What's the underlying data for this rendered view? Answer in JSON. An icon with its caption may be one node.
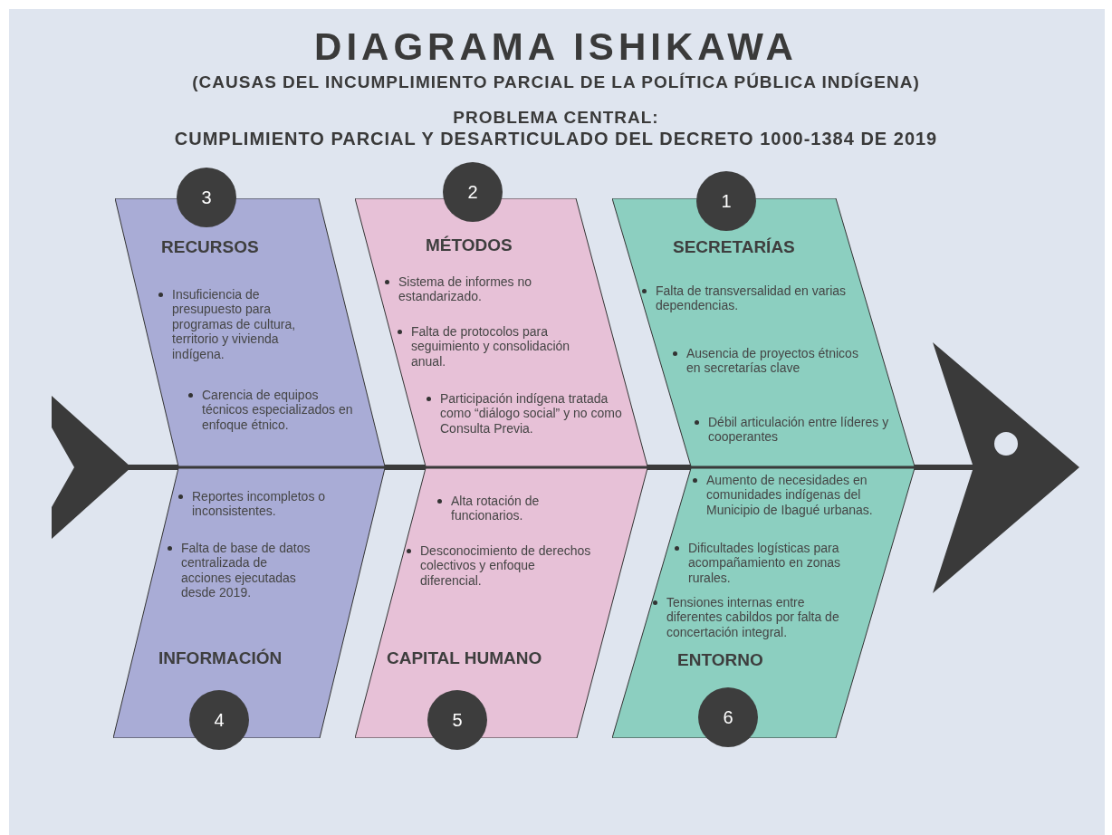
{
  "diagram": {
    "title": "DIAGRAMA ISHIKAWA",
    "nodes": [
      {
        "text": [
          "3"
        ]
      },
      {
        "text": [
          "2"
        ]
      },
      {
        "text": [
          "1"
        ]
      },
      {
        "text": [
          "RECURSOS",
          "Insuficiencia de presupuesto para programas de cultura, territorio y vivienda indígena.",
          "Carencia de equipos técnicos especializados en enfoque étnico."
        ]
      },
      {
        "text": [
          "MÉTODOS",
          "Sistema de informes no estandarizado.",
          "Falta de protocolos para seguimiento y consolidación anual.",
          "Participación indígena tratada como “diálogo social” y no como Consulta Previa."
        ]
      },
      {
        "text": [
          "SECRETARÍAS",
          "Falta de transversalidad en varias dependencias.",
          "Ausencia de proyectos étnicos en secretarías clave",
          "Débil articulación entre líderes y cooperantes"
        ]
      },
      {
        "text": [
          "Reportes incompletos o inconsistentes.",
          "Falta de base de datos centralizada de acciones ejecutadas desde 2019.",
          "INFORMACIÓN"
        ]
      },
      {
        "text": [
          "Alta rotación de funcionarios.",
          "Desconocimiento de derechos colectivos y enfoque diferencial.",
          "CAPITAL HUMANO"
        ]
      },
      {
        "text": [
          "Aumento de necesidades en comunidades indígenas del Municipio de Ibagué urbanas.",
          "Dificultades logísticas para acompañamiento en zonas rurales.",
          "Tensiones internas entre diferentes cabildos por falta de concertación integral.",
          "ENTORNO"
        ]
      },
      {
        "text": [
          "4"
        ]
      },
      {
        "text": [
          "5"
        ]
      },
      {
        "text": [
          "6"
        ]
      }
    ],
    "labels": [
      "(CAUSAS DEL INCUMPLIMIENTO PARCIAL DE LA POLÍTICA PÚBLICA INDÍGENA)",
      "PROBLEMA CENTRAL:",
      "CUMPLIMIENTO PARCIAL Y DESARTICULADO DEL DECRETO 1000-1384 DE 2019"
    ]
  }
}
